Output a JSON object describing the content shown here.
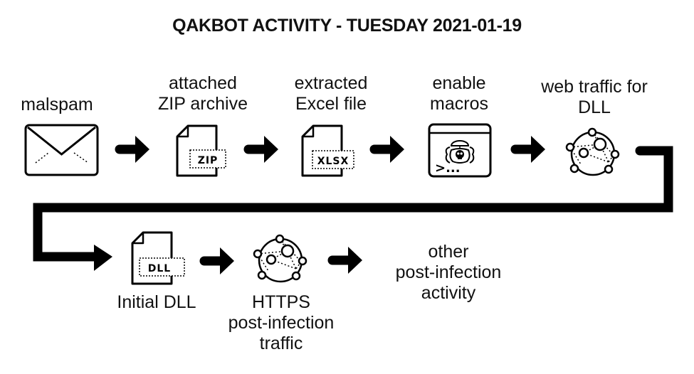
{
  "title": "QAKBOT ACTIVITY - TUESDAY 2021-01-19",
  "steps": [
    {
      "id": "malspam",
      "lines": [
        "malspam"
      ],
      "icon": "envelope-icon"
    },
    {
      "id": "zip",
      "lines": [
        "attached",
        "ZIP archive"
      ],
      "icon": "zip-file-icon",
      "tag": "ZIP"
    },
    {
      "id": "excel",
      "lines": [
        "extracted",
        "Excel file"
      ],
      "icon": "xlsx-file-icon",
      "tag": "XLSX"
    },
    {
      "id": "macros",
      "lines": [
        "enable",
        "macros"
      ],
      "icon": "malicious-macro-window-icon",
      "prompt": ">..."
    },
    {
      "id": "web-traffic",
      "lines": [
        "web traffic for",
        "DLL"
      ],
      "icon": "network-globe-icon"
    },
    {
      "id": "initial-dll",
      "lines": [
        "Initial DLL"
      ],
      "icon": "dll-file-icon",
      "tag": "DLL"
    },
    {
      "id": "https-traffic",
      "lines": [
        "HTTPS",
        "post-infection",
        "traffic"
      ],
      "icon": "network-globe-icon"
    },
    {
      "id": "other-activity",
      "lines": [
        "other",
        "post-infection",
        "activity"
      ],
      "icon": null
    }
  ],
  "colors": {
    "stroke": "#000000",
    "text": "#111111",
    "background": "#ffffff"
  }
}
